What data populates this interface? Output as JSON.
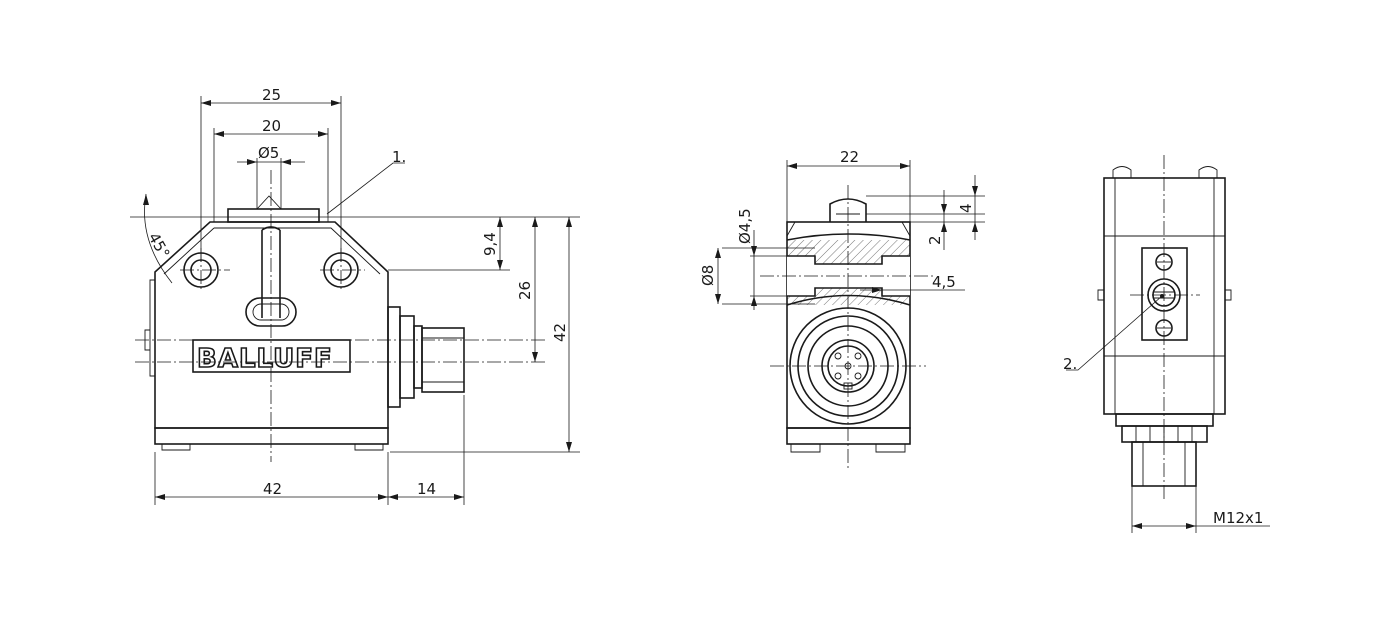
{
  "brand": {
    "logo_text": "BALLUFF"
  },
  "front_view": {
    "dim_width_top": "25",
    "dim_width_inner": "20",
    "dim_plunger_dia": "Ø5",
    "dim_hole_offset": "9,4",
    "dim_center_height": "26",
    "dim_total_height": "42",
    "dim_body_width": "42",
    "dim_connector_length": "14",
    "angle_label": "45°",
    "callout_1": "1."
  },
  "side_view": {
    "dim_width": "22",
    "dim_hole_dia": "Ø4,5",
    "dim_counterbore_dia": "Ø8",
    "dim_counterbore_depth": "4,5",
    "dim_plunger_height": "4",
    "dim_plunger_step": "2"
  },
  "rear_view": {
    "dim_thread": "M12x1",
    "callout_2": "2."
  }
}
